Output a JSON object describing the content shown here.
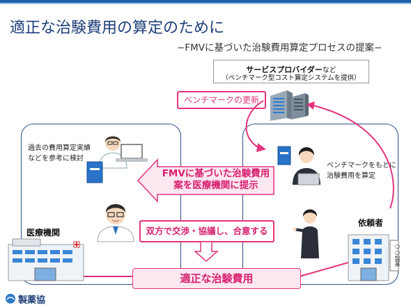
{
  "header": {
    "title": "適正な治験費用の算定のために",
    "subtitle": "−FMVに基づいた治験費用算定プロセスの提案−"
  },
  "service_provider": {
    "name": "サービスプロバイダー",
    "suffix": "など",
    "detail": "（ベンチマーク型コスト算定システムを提供）"
  },
  "benchmark_update": "ベンチマークの更新",
  "medical_institution": {
    "label": "医療機関",
    "note_line1": "過去の費用算定実績",
    "note_line2": "などを参考に検討"
  },
  "sponsor": {
    "label": "依頼者",
    "note_line1": "ベンチマークをもとに",
    "note_line2": "治験費用を算定",
    "building_sign": "○○製薬"
  },
  "fmv_proposal": {
    "line1": "FMVに基づいた治験費用",
    "line2": "案を医療機関に提示"
  },
  "negotiation": "双方で交渉・協議し、合意する",
  "result": "適正な治験費用",
  "logo": "製薬協",
  "colors": {
    "pink": "#e4337e",
    "navy": "#1f3f7a",
    "panel_border": "#2c4f8c"
  }
}
